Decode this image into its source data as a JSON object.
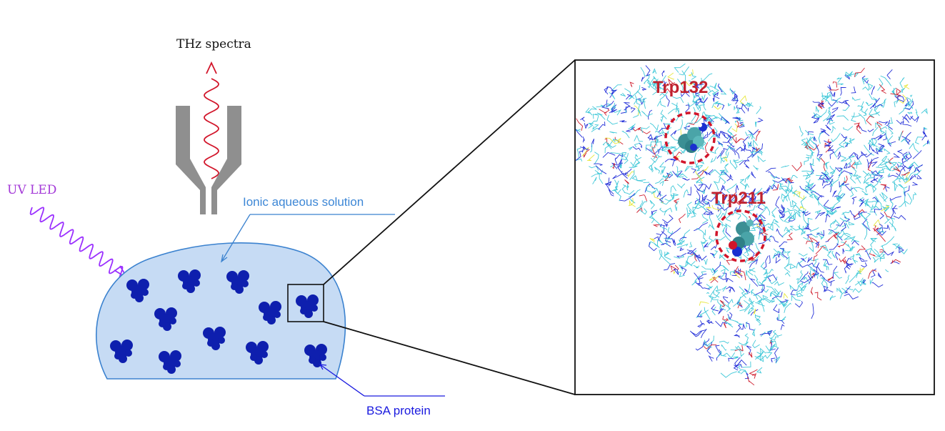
{
  "labels": {
    "thz_spectra": "THz  spectra",
    "uv_led": "UV LED",
    "ionic_solution": "Ionic aqueous solution",
    "bsa_protein": "BSA protein",
    "trp132": "Trp132",
    "trp211": "Trp211"
  },
  "colors": {
    "thz_wave": "#d2152a",
    "uv_wave": "#9b30ff",
    "uv_text": "#a43ad8",
    "solution_fill": "#c6dbf4",
    "solution_stroke": "#3b82cf",
    "solution_text": "#3d87d6",
    "protein": "#0e1fae",
    "bsa_text": "#1a1adf",
    "probe_gray": "#8f8f8f",
    "trp_label": "#c0222f",
    "mesh_cyan": "#40c8d8",
    "mesh_blue": "#2430d8"
  },
  "icons": {
    "probe": "thz-probe-icon",
    "protein": "bsa-protein-icon",
    "zoom": "zoom-box-icon"
  }
}
